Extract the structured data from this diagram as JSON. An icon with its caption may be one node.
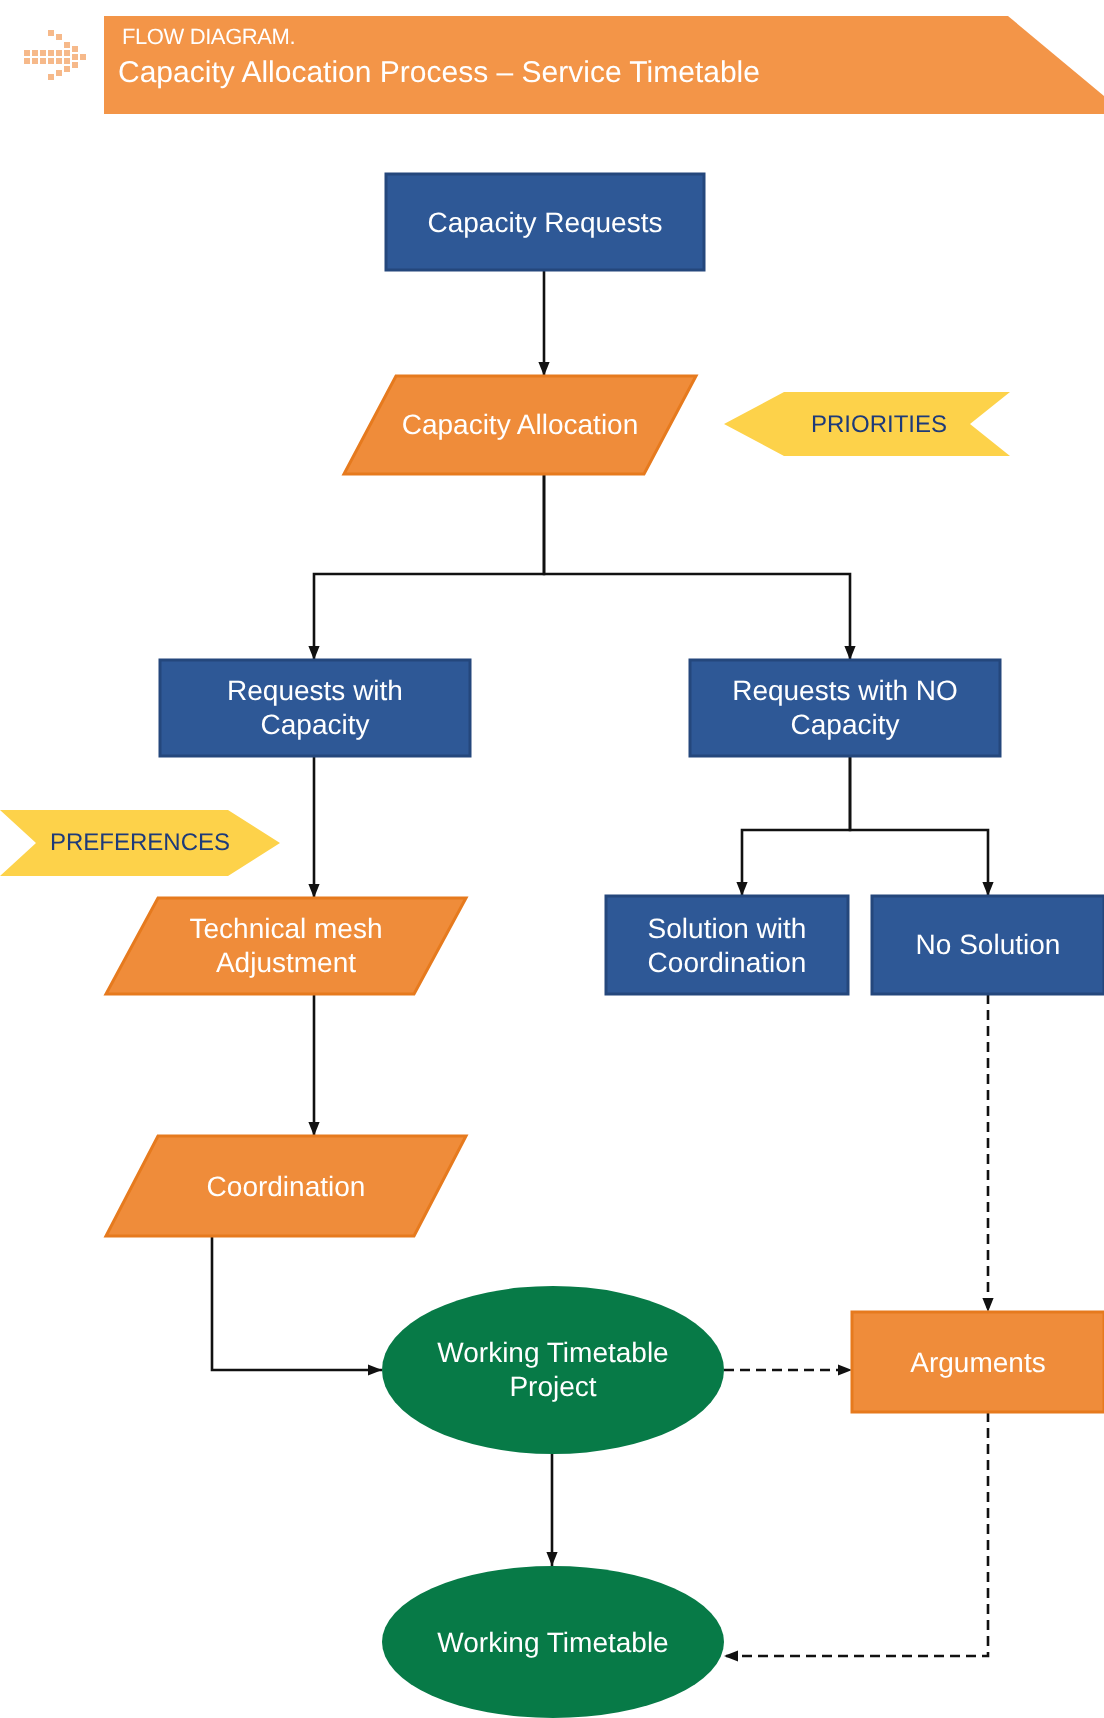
{
  "diagram": {
    "title": "Capacity Allocation Process – Service Timetable",
    "labels": [
      "FLOW DIAGRAM."
    ],
    "nodes": [
      {
        "text": [
          "Capacity Requests"
        ]
      },
      {
        "text": [
          "Capacity Allocation"
        ]
      },
      {
        "text": [
          "PRIORITIES"
        ]
      },
      {
        "text": [
          "Requests with Capacity"
        ]
      },
      {
        "text": [
          "Requests with NO Capacity"
        ]
      },
      {
        "text": [
          "PREFERENCES"
        ]
      },
      {
        "text": [
          "Technical mesh Adjustment"
        ]
      },
      {
        "text": [
          "Solution with Coordination"
        ]
      },
      {
        "text": [
          "No Solution"
        ]
      },
      {
        "text": [
          "Coordination"
        ]
      },
      {
        "text": [
          "Working Timetable Project"
        ]
      },
      {
        "text": [
          "Arguments"
        ]
      },
      {
        "text": [
          "Working Timetable"
        ]
      }
    ],
    "edges": [
      {
        "from": 0,
        "to": 1,
        "arrow": "to"
      },
      {
        "from": 1,
        "to": 3,
        "arrow": "to"
      },
      {
        "from": 1,
        "to": 4,
        "arrow": "to"
      },
      {
        "from": 3,
        "to": 6,
        "arrow": "to"
      },
      {
        "from": 6,
        "to": 9,
        "arrow": "to"
      },
      {
        "from": 4,
        "to": 7,
        "arrow": "to"
      },
      {
        "from": 4,
        "to": 8,
        "arrow": "to"
      },
      {
        "from": 9,
        "to": 10,
        "arrow": "to"
      },
      {
        "from": 10,
        "to": 11,
        "arrow": "to",
        "style": "dashed"
      },
      {
        "from": 8,
        "to": 11,
        "arrow": "to",
        "style": "dashed"
      },
      {
        "from": 10,
        "to": 12,
        "arrow": "to"
      },
      {
        "from": 11,
        "to": 12,
        "arrow": "to",
        "style": "dashed"
      }
    ]
  }
}
